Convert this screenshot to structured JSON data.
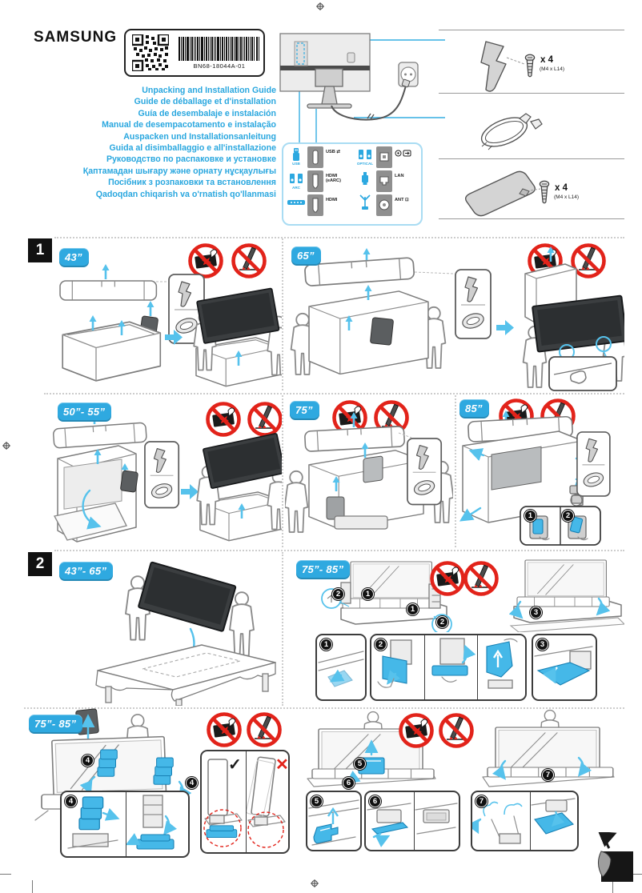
{
  "brand": "SAMSUNG",
  "label": {
    "part_number": "BN68-18044A-01"
  },
  "titles": [
    "Unpacking and Installation Guide",
    "Guide de déballage et d'installation",
    "Guía de desembalaje e instalación",
    "Manual de desempacotamento e instalação",
    "Auspacken und Installationsanleitung",
    "Guida al disimballaggio e all'installazione",
    "Руководство по распаковке и установке",
    "Қаптамадан шығару және орнату нұсқаулығы",
    "Посібник з розпаковки та встановлення",
    "Qadoqdan chiqarish va o'rnatish qo'llanmasi"
  ],
  "connections": {
    "usb_device": "USB",
    "usb_label": "USB",
    "arc_device": "ARC",
    "earc_label": "HDMI",
    "earc_sub": "(eARC)",
    "hdmi_label": "HDMI",
    "optical_device": "OPTICAL",
    "lan_label": "LAN",
    "ant_label": "ANT"
  },
  "accessories": {
    "stand_qty": "x 4",
    "stand_spec": "(M4 x L14)",
    "base_qty": "x 4",
    "base_spec": "(M4 x L14)"
  },
  "section1": {
    "number": "1",
    "size_43": "43”",
    "size_65": "65”",
    "size_50_55": "50”- 55”",
    "size_75": "75”",
    "size_85": "85”",
    "step1": "1",
    "step2": "2"
  },
  "section2": {
    "number": "2",
    "size_43_65": "43”- 65”",
    "size_75_85": "75”- 85”",
    "step1": "1",
    "step2": "2",
    "step3": "3"
  },
  "section3": {
    "size_75_85": "75”- 85”",
    "step4": "4",
    "step5": "5",
    "step6": "6",
    "step7": "7",
    "check": "✓",
    "cross": "✕"
  }
}
